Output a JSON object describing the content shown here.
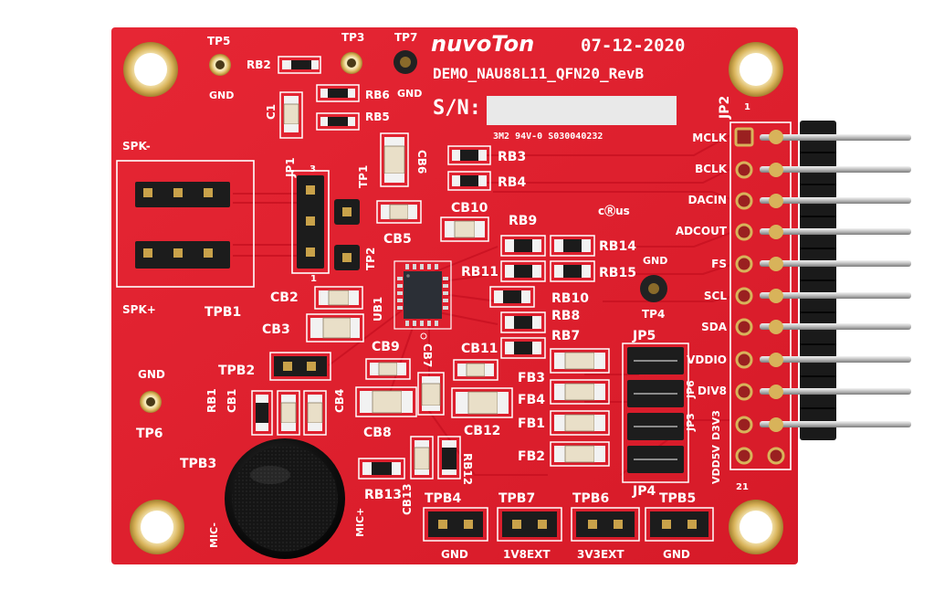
{
  "board": {
    "brand": "nuvoTon",
    "date": "07-12-2020",
    "name": "DEMO_NAU88L11_QFN20_RevB",
    "sn_label": "S/N:",
    "fine_print": "3M2 94V-0 S030040232",
    "cert": "cⓇus",
    "colors": {
      "pcb": "#e0202d",
      "silkscreen": "#ffffff",
      "gold": "#d8b35a",
      "header": "#1a1a1a"
    }
  },
  "labels": {
    "tp5": "TP5",
    "gnd_tp5": "GND",
    "rb2": "RB2",
    "tp3": "TP3",
    "tp7": "TP7",
    "gnd_tp7": "GND",
    "c1": "C1",
    "rb6": "RB6",
    "rb5": "RB5",
    "cb6": "CB6",
    "rb3": "RB3",
    "rb4": "RB4",
    "spk_minus": "SPK-",
    "spk_plus": "SPK+",
    "jp1": "JP1",
    "jp1_pin3": "3",
    "jp1_pin1": "1",
    "tp1": "TP1",
    "tp2": "TP2",
    "cb5": "CB5",
    "cb10": "CB10",
    "tpb1": "TPB1",
    "rb9": "RB9",
    "rb14": "RB14",
    "rb11": "RB11",
    "rb15": "RB15",
    "rb10": "RB10",
    "rb8": "RB8",
    "rb7": "RB7",
    "cb2": "CB2",
    "cb3": "CB3",
    "ub1": "UB1",
    "gnd_tp4": "GND",
    "tp4": "TP4",
    "jp5": "JP5",
    "cb9": "CB9",
    "cb7": "CB7",
    "cb11": "CB11",
    "tpb2": "TPB2",
    "fb3": "FB3",
    "fb4": "FB4",
    "fb1": "FB1",
    "fb2": "FB2",
    "gnd_tp6": "GND",
    "tp6": "TP6",
    "rb1": "RB1",
    "cb1": "CB1",
    "cb4": "CB4",
    "cb8": "CB8",
    "cb12": "CB12",
    "tpb3": "TPB3",
    "rb13": "RB13",
    "rb12": "RB12",
    "mic_minus": "MIC-",
    "mic_plus": "MIC+",
    "cb13": "CB13",
    "tpb4": "TPB4",
    "tpb7": "TPB7",
    "tpb6": "TPB6",
    "tpb5": "TPB5",
    "gnd_tpb4": "GND",
    "v1v8ext": "1V8EXT",
    "v3v3ext": "3V3EXT",
    "gnd_tpb5": "GND",
    "jp4": "JP4",
    "jp3": "JP3",
    "jp6": "JP6",
    "jp2": "JP2",
    "jp2_pin1": "1",
    "jp2_pin21": "21",
    "vdd5v": "VDD5V",
    "d3v3": "D3V3"
  },
  "signals": [
    "MCLK",
    "BCLK",
    "DACIN",
    "ADCOUT",
    "FS",
    "SCL",
    "SDA",
    "VDDIO",
    "DIV8"
  ],
  "icons": [
    "mounting-hole",
    "microphone",
    "qfn-chip",
    "pin-header"
  ]
}
